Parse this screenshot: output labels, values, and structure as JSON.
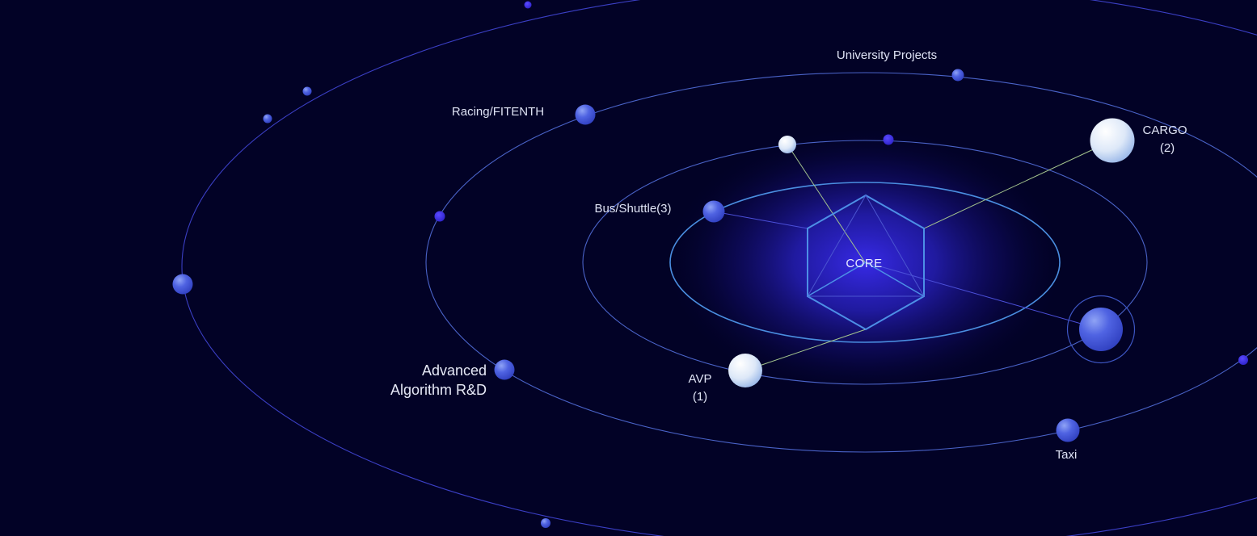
{
  "diagram": {
    "core_label": "CORE",
    "nodes": {
      "university_projects": {
        "label": "University Projects"
      },
      "racing": {
        "label": "Racing/FITENTH"
      },
      "cargo": {
        "label": "CARGO",
        "count": "(2)"
      },
      "bus_shuttle": {
        "label": "Bus/Shuttle(3)"
      },
      "advanced": {
        "label_line1": "Advanced",
        "label_line2": "Algorithm R&D"
      },
      "avp": {
        "label": "AVP",
        "count": "(1)"
      },
      "taxi": {
        "label": "Taxi"
      }
    },
    "colors": {
      "background": "#020226",
      "orbit": "#4a56c8",
      "node": "#4b5de0",
      "node_light": "#e6eefa",
      "link_green": "#a4c48e",
      "link_blue": "#4b4fd9",
      "core_glow": "#2b25e0"
    }
  }
}
